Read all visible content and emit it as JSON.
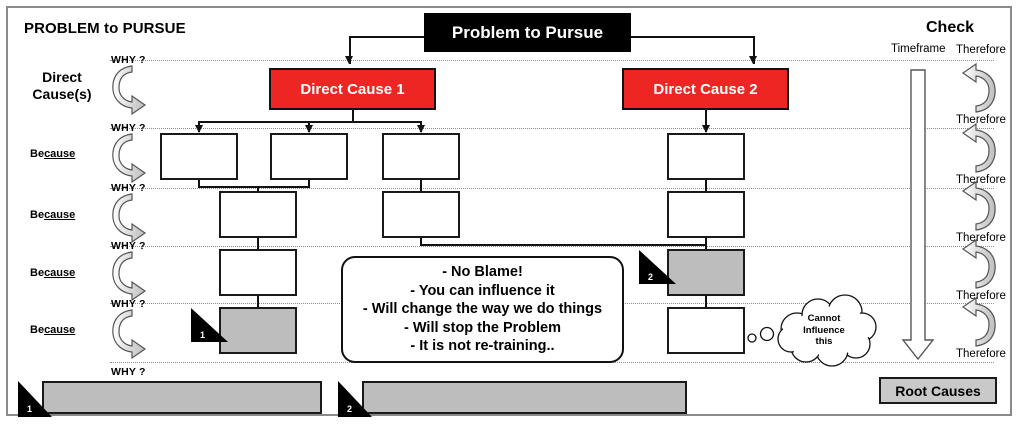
{
  "diagram": {
    "heading_left": "PROBLEM to PURSUE",
    "heading_right": "Check",
    "timeframe_label": "Timeframe",
    "root_causes_label": "Root Causes",
    "top_node": "Problem to Pursue",
    "direct_causes": [
      {
        "label": "Direct Cause 1"
      },
      {
        "label": "Direct Cause 2"
      }
    ],
    "left_column": {
      "rows": [
        {
          "side_label": "Direct\nCause(s)",
          "why": "WHY ?"
        },
        {
          "side_label": "Because",
          "why": "WHY ?"
        },
        {
          "side_label": "Because",
          "why": "WHY ?"
        },
        {
          "side_label": "Because",
          "why": "WHY ?"
        },
        {
          "side_label": "Because",
          "why": "WHY ?"
        },
        {
          "side_label": "",
          "why": "WHY ?"
        }
      ],
      "because_prefix": "Be",
      "because_underlined": "cause",
      "direct_cause_line1": "Direct",
      "direct_cause_line2": "Cause(s)"
    },
    "right_column": {
      "therefore_label": "Therefore",
      "therefore_count": 6
    },
    "callout": {
      "lines": [
        "- No Blame!",
        "- You can influence it",
        "- Will change the way we do things",
        "- Will stop the Problem",
        "- It is not re-training.."
      ]
    },
    "cloud": {
      "line1": "Cannot",
      "line2": "Influence",
      "line3": "this"
    },
    "markers": [
      {
        "number": "1"
      },
      {
        "number": "2"
      }
    ],
    "bottom_bars": [
      {
        "number": "1",
        "label": ""
      },
      {
        "number": "2",
        "label": ""
      }
    ],
    "colors": {
      "direct_cause_red": "#ED2624",
      "problem_black": "#000000",
      "gray_fill": "#BDBDBD",
      "root_cause_gray": "#C9C9C9",
      "frame_border": "#8A8A8A",
      "dotted_line": "#8D8D8D"
    }
  }
}
